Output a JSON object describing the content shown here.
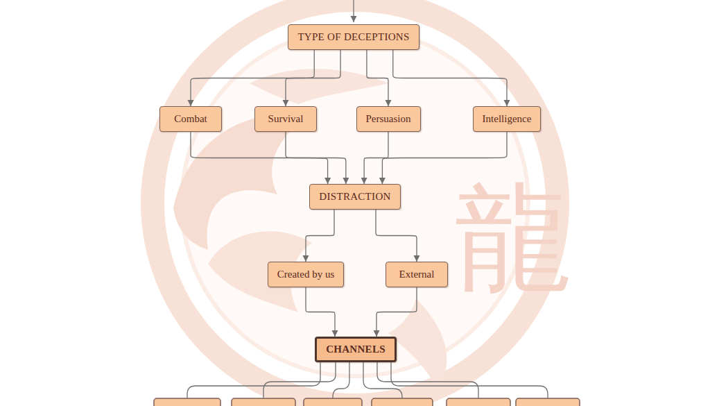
{
  "diagram": {
    "nodes": [
      {
        "text": [
          "TYPE OF DECEPTIONS"
        ]
      },
      {
        "text": [
          "Combat"
        ]
      },
      {
        "text": [
          "Survival"
        ]
      },
      {
        "text": [
          "Persuasion"
        ]
      },
      {
        "text": [
          "Intelligence"
        ]
      },
      {
        "text": [
          "DISTRACTION"
        ]
      },
      {
        "text": [
          "Created by us"
        ]
      },
      {
        "text": [
          "External"
        ]
      },
      {
        "text": [
          "CHANNELS"
        ]
      }
    ],
    "edges": [
      {
        "from": 0,
        "to": 1,
        "arrow": "to"
      },
      {
        "from": 0,
        "to": 2,
        "arrow": "to"
      },
      {
        "from": 0,
        "to": 3,
        "arrow": "to"
      },
      {
        "from": 0,
        "to": 4,
        "arrow": "to"
      },
      {
        "from": 1,
        "to": 5,
        "arrow": "to"
      },
      {
        "from": 2,
        "to": 5,
        "arrow": "to"
      },
      {
        "from": 3,
        "to": 5,
        "arrow": "to"
      },
      {
        "from": 4,
        "to": 5,
        "arrow": "to"
      },
      {
        "from": 5,
        "to": 6,
        "arrow": "to"
      },
      {
        "from": 5,
        "to": 7,
        "arrow": "to"
      },
      {
        "from": 6,
        "to": 8,
        "arrow": "to"
      },
      {
        "from": 7,
        "to": 8,
        "arrow": "to"
      }
    ],
    "labels": [
      "龍"
    ]
  }
}
